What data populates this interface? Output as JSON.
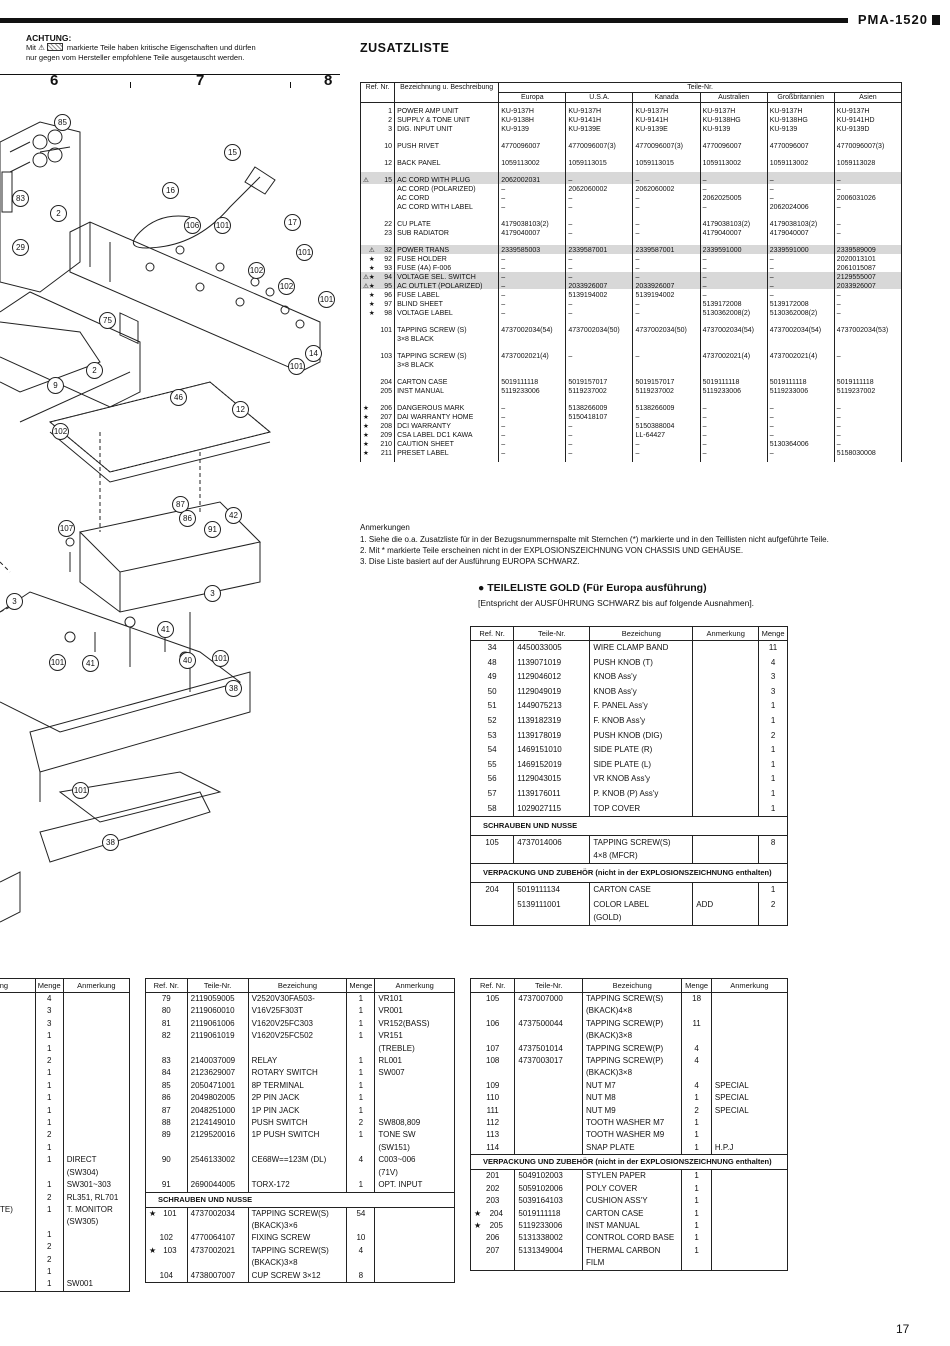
{
  "header": {
    "model": "PMA-1520",
    "page_number": "17"
  },
  "warning": {
    "title": "ACHTUNG:",
    "line1_pre": "Mit",
    "line1_post": "markierte Teile haben kritische Eigenschaften und dürfen",
    "line2": "nur gegen vom Hersteller empfohlene Teile ausgetauscht werden."
  },
  "scale_numbers": [
    "6",
    "7",
    "8"
  ],
  "diagram_labels": [
    "85",
    "15",
    "16",
    "83",
    "2",
    "106",
    "101",
    "17",
    "29",
    "101",
    "102",
    "102",
    "101",
    "75",
    "14",
    "101",
    "2",
    "9",
    "12",
    "46",
    "102",
    "87",
    "86",
    "91",
    "42",
    "107",
    "3",
    "3",
    "41",
    "101",
    "101",
    "41",
    "40",
    "38",
    "101",
    "38"
  ],
  "zusatz": {
    "title": "ZUSATZLISTE",
    "head_ref": "Ref. Nr.",
    "head_desc": "Bezeichnung u. Beschreibung",
    "head_parts": "Teile-Nr.",
    "regions": [
      "Europa",
      "U.S.A.",
      "Kanada",
      "Australien",
      "Großbritannien",
      "Asien"
    ],
    "rows": [
      {
        "mark": "",
        "ref": "1\n2\n3",
        "desc": "POWER AMP UNIT\nSUPPLY & TONE UNIT\nDIG. INPUT UNIT",
        "cols": [
          "KU-9137H\nKU-9138H\nKU-9139",
          "KU-9137H\nKU-9141H\nKU-9139E",
          "KU-9137H\nKU-9141H\nKU-9139E",
          "KU-9137H\nKU-9138HG\nKU-9139",
          "KU-9137H\nKU-9138HG\nKU-9139",
          "KU-9137H\nKU-9141HD\nKU-9139D"
        ]
      },
      {
        "mark": "",
        "ref": "10",
        "desc": "PUSH RIVET",
        "cols": [
          "4770096007",
          "4770096007(3)",
          "4770096007(3)",
          "4770096007",
          "4770096007",
          "4770096007(3)"
        ]
      },
      {
        "mark": "",
        "ref": "12",
        "desc": "BACK PANEL",
        "cols": [
          "1059113002",
          "1059113015",
          "1059113015",
          "1059113002",
          "1059113002",
          "1059113028"
        ]
      },
      {
        "mark": "⚠\n\n\n",
        "ref": "15\n\n\n",
        "desc": "AC CORD WITH PLUG\nAC CORD (POLARIZED)\nAC CORD\nAC CORD WITH LABEL",
        "cols": [
          "2062002031\n–\n–\n–",
          "–\n2062060002\n–\n–",
          "–\n2062060002\n–\n–",
          "–\n–\n2062025005\n–",
          "–\n–\n–\n2062024006",
          "–\n–\n2006031026\n–"
        ]
      },
      {
        "mark": "",
        "ref": "22\n23",
        "desc": "CU PLATE\nSUB RADIATOR",
        "cols": [
          "4179038103(2)\n4179040007",
          "–\n–",
          "–\n–",
          "4179038103(2)\n4179040007",
          "4179038103(2)\n4179040007",
          "–\n–"
        ]
      },
      {
        "mark": "⚠\n★\n★\n⚠★\n⚠★\n★\n★\n★",
        "ref": "32\n92\n93\n94\n95\n96\n97\n98",
        "desc": "POWER TRANS\nFUSE HOLDER\nFUSE (4A) F-006\nVOLTAGE SEL. SWITCH\nAC OUTLET (POLARIZED)\nFUSE LABEL\nBLIND SHEET\nVOLTAGE LABEL",
        "cols": [
          "2339585003\n–\n–\n–\n–\n–\n–\n–",
          "2339587001\n–\n–\n–\n2033926007\n5139194002\n–\n–",
          "2339587001\n–\n–\n–\n2033926007\n5139194002\n–\n–",
          "2339591000\n–\n–\n–\n–\n–\n5139172008\n5130362008(2)",
          "2339591000\n–\n–\n–\n–\n–\n5139172008\n5130362008(2)",
          "2339589009\n2020013101\n2061015087\n2129555007\n2033926007\n–\n–\n–"
        ]
      },
      {
        "mark": "",
        "ref": "101",
        "desc": "TAPPING SCREW (S)\n3×8 BLACK",
        "cols": [
          "4737002034(54)",
          "4737002034(50)",
          "4737002034(50)",
          "4737002034(54)",
          "4737002034(54)",
          "4737002034(53)"
        ]
      },
      {
        "mark": "",
        "ref": "103",
        "desc": "TAPPING SCREW (S)\n3×8 BLACK",
        "cols": [
          "4737002021(4)",
          "–",
          "–",
          "4737002021(4)",
          "4737002021(4)",
          "–"
        ]
      },
      {
        "mark": "",
        "ref": "204\n205",
        "desc": "CARTON CASE\nINST MANUAL",
        "cols": [
          "5019111118\n5119233006",
          "5019157017\n5119237002",
          "5019157017\n5119237002",
          "5019111118\n5119233006",
          "5019111118\n5119233006",
          "5019111118\n5119237002"
        ]
      },
      {
        "mark": "★\n★\n★\n★\n★\n★",
        "ref": "206\n207\n208\n209\n210\n211",
        "desc": "DANGEROUS MARK\nDAI WARRANTY HOME\nDCI WARRANTY\nCSA LABEL DC1 KAWA\nCAUTION SHEET\nPRESET LABEL",
        "cols": [
          "–\n–\n–\n–\n–\n–",
          "5138266009\n5150418107\n–\n–\n–\n–",
          "5138266009\n–\n5150388004\nLL-64427\n–\n–",
          "–\n–\n–\n–\n–\n–",
          "–\n–\n–\n–\n5130364006\n–",
          "–\n–\n–\n–\n–\n5158030008"
        ]
      }
    ]
  },
  "anmerkungen": {
    "title": "Anmerkungen",
    "items": [
      "1.  Siehe die o.a. Zusatzliste für in der Bezugsnummernspalte mit Sternchen (*) markierte und in den Teillisten nicht aufgeführte Teile.",
      "2.  Mit * markierte Teile erscheinen nicht in der EXPLOSIONSZEICHNUNG VON CHASSIS UND GEHÄUSE.",
      "3.  Dise Liste basiert auf der Ausführung EUROPA SCHWARZ."
    ]
  },
  "gold": {
    "title": "● TEILELISTE GOLD (Für Europa ausführung)",
    "subtitle": "[Entspricht der AUSFÜHRUNG SCHWARZ bis auf folgende Ausnahmen].",
    "headers": [
      "Ref. Nr.",
      "Teile-Nr.",
      "Bezeichung",
      "Anmerkung",
      "Menge"
    ],
    "rows": [
      [
        "34",
        "4450033005",
        "WIRE CLAMP BAND",
        "",
        "11"
      ],
      [
        "48",
        "1139071019",
        "PUSH KNOB (T)",
        "",
        "4"
      ],
      [
        "49",
        "1129046012",
        "KNOB Ass'y",
        "",
        "3"
      ],
      [
        "50",
        "1129049019",
        "KNOB Ass'y",
        "",
        "3"
      ],
      [
        "51",
        "1449075213",
        "F. PANEL Ass'y",
        "",
        "1"
      ],
      [
        "52",
        "1139182319",
        "F. KNOB Ass'y",
        "",
        "1"
      ],
      [
        "53",
        "1139178019",
        "PUSH KNOB (DIG)",
        "",
        "2"
      ],
      [
        "54",
        "1469151010",
        "SIDE PLATE (R)",
        "",
        "1"
      ],
      [
        "55",
        "1469152019",
        "SIDE PLATE (L)",
        "",
        "1"
      ],
      [
        "56",
        "1129043015",
        "VR KNOB Ass'y",
        "",
        "1"
      ],
      [
        "57",
        "1139176011",
        "P. KNOB (P) Ass'y",
        "",
        "1"
      ],
      [
        "58",
        "1029027115",
        "TOP COVER",
        "",
        "1"
      ]
    ],
    "section_screws": "SCHRAUBEN UND NUSSE",
    "screw_rows": [
      [
        "105",
        "4737014006",
        "TAPPING SCREW(S)\n4×8 (MFCR)",
        "",
        "8"
      ]
    ],
    "section_pack": "VERPACKUNG UND ZUBEHÖR (nicht in der EXPLOSIONSZEICHNUNG enthalten)",
    "pack_rows": [
      [
        "204",
        "5019111134",
        "CARTON CASE",
        "",
        "1"
      ],
      [
        "",
        "5139111001",
        "COLOR LABEL\n(GOLD)",
        "ADD",
        "2"
      ]
    ]
  },
  "table1": {
    "headers": [
      "ng",
      "Menge",
      "Anmerkung"
    ],
    "rows": [
      [
        "",
        "4",
        ""
      ],
      [
        "",
        "3",
        ""
      ],
      [
        "",
        "3",
        ""
      ],
      [
        "SS'Y",
        "1",
        ""
      ],
      [
        "",
        "1",
        ""
      ],
      [
        "i)",
        "2",
        ""
      ],
      [
        "",
        "1",
        ""
      ],
      [
        "",
        "1",
        ""
      ],
      [
        "Y",
        "1",
        ""
      ],
      [
        "'Y",
        "1",
        ""
      ],
      [
        "",
        "1",
        ""
      ],
      [
        "",
        "2",
        ""
      ],
      [
        "",
        "1",
        ""
      ],
      [
        "CH",
        "1",
        "DIRECT\n(SW304)"
      ],
      [
        "CH",
        "1",
        "SW301~303"
      ],
      [
        "12S)",
        "2",
        "RL351, RL701"
      ],
      [
        "REMOTE)",
        "1",
        "T. MONITOR\n(SW305)"
      ],
      [
        "BASE",
        "1",
        ""
      ],
      [
        "BASE",
        "2",
        ""
      ],
      [
        "BASE",
        "2",
        ""
      ],
      [
        "ACK",
        "1",
        ""
      ],
      [
        "",
        "1",
        "SW001"
      ]
    ]
  },
  "table2": {
    "headers": [
      "Ref. Nr.",
      "Teile-Nr.",
      "Bezeichung",
      "Menge",
      "Anmerkung"
    ],
    "rows": [
      [
        "",
        "79",
        "2119059005",
        "V2520V30FA503-",
        "1",
        "VR101"
      ],
      [
        "",
        "80",
        "2119060010",
        "V16V25F303T",
        "1",
        "VR001"
      ],
      [
        "",
        "81",
        "2119061006",
        "V1620V25FC303",
        "1",
        "VR152(BASS)"
      ],
      [
        "",
        "82",
        "2119061019",
        "V1620V25FC502",
        "1",
        "VR151\n(TREBLE)"
      ],
      [
        "",
        "83",
        "2140037009",
        "RELAY",
        "1",
        "RL001"
      ],
      [
        "",
        "84",
        "2123629007",
        "ROTARY SWITCH",
        "1",
        "SW007"
      ],
      [
        "",
        "85",
        "2050471001",
        "8P TERMINAL",
        "1",
        ""
      ],
      [
        "",
        "86",
        "2049802005",
        "2P PIN JACK",
        "1",
        ""
      ],
      [
        "",
        "87",
        "2048251000",
        "1P PIN JACK",
        "1",
        ""
      ],
      [
        "",
        "88",
        "2124149010",
        "PUSH SWITCH",
        "2",
        "SW808,809"
      ],
      [
        "",
        "89",
        "2129520016",
        "1P PUSH SWITCH",
        "1",
        "TONE SW\n(SW151)"
      ],
      [
        "",
        "90",
        "2546133002",
        "CE68W==123M (DL)",
        "4",
        "C003~006\n(71V)"
      ],
      [
        "",
        "91",
        "2690044005",
        "TORX-172",
        "1",
        "OPT. INPUT"
      ]
    ],
    "section": "SCHRAUBEN UND NUSSE",
    "screw_rows": [
      [
        "★",
        "101",
        "4737002034",
        "TAPPING SCREW(S)\n(BKACK)3×6",
        "54",
        ""
      ],
      [
        "",
        "102",
        "4770064107",
        "FIXING SCREW",
        "10",
        ""
      ],
      [
        "★",
        "103",
        "4737002021",
        "TAPPING SCREW(S)\n(BKACK)3×8",
        "4",
        ""
      ],
      [
        "",
        "104",
        "4738007007",
        "CUP SCREW 3×12",
        "8",
        ""
      ]
    ]
  },
  "table3": {
    "headers": [
      "Ref. Nr.",
      "Teile-Nr.",
      "Bezeichung",
      "Menge",
      "Anmerkung"
    ],
    "rows": [
      [
        "",
        "105",
        "4737007000",
        "TAPPING SCREW(S)\n(BKACK)4×8",
        "18",
        ""
      ],
      [
        "",
        "106",
        "4737500044",
        "TAPPING SCREW(P)\n(BKACK)3×8",
        "11",
        ""
      ],
      [
        "",
        "107",
        "4737501014",
        "TAPPING SCREW(P)",
        "4",
        ""
      ],
      [
        "",
        "108",
        "4737003017",
        "TAPPING SCREW(P)\n(BKACK)3×8",
        "4",
        ""
      ],
      [
        "",
        "109",
        "",
        "NUT M7",
        "4",
        "SPECIAL"
      ],
      [
        "",
        "110",
        "",
        "NUT M8",
        "1",
        "SPECIAL"
      ],
      [
        "",
        "111",
        "",
        "NUT M9",
        "2",
        "SPECIAL"
      ],
      [
        "",
        "112",
        "",
        "TOOTH WASHER M7",
        "1",
        ""
      ],
      [
        "",
        "113",
        "",
        "TOOTH WASHER M9",
        "1",
        ""
      ],
      [
        "",
        "114",
        "",
        "SNAP PLATE",
        "1",
        "H.P.J"
      ]
    ],
    "section": "VERPACKUNG UND ZUBEHÖR (nicht in der EXPLOSIONSZEICHNUNG enthalten)",
    "pack_rows": [
      [
        "",
        "201",
        "5049102003",
        "STYLEN PAPER",
        "1",
        ""
      ],
      [
        "",
        "202",
        "5059102006",
        "POLY COVER",
        "1",
        ""
      ],
      [
        "",
        "203",
        "5039164103",
        "CUSHION ASS'Y",
        "1",
        ""
      ],
      [
        "★",
        "204",
        "5019111118",
        "CARTON CASE",
        "1",
        ""
      ],
      [
        "★",
        "205",
        "5119233006",
        "INST MANUAL",
        "1",
        ""
      ],
      [
        "",
        "206",
        "5131338002",
        "CONTROL CORD BASE",
        "1",
        ""
      ],
      [
        "",
        "207",
        "5131349004",
        "THERMAL CARBON FILM",
        "1",
        ""
      ]
    ]
  }
}
